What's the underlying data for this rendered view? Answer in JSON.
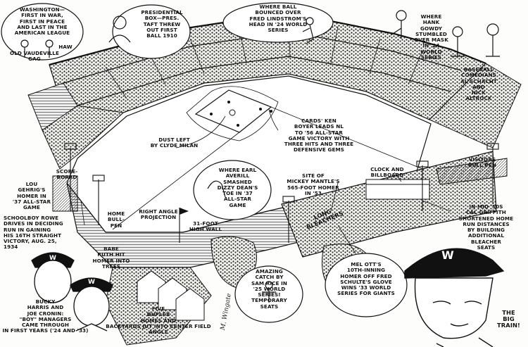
{
  "labels": {
    "washington": "Washington—\nFirst in war,\nfirst in peace\nand last in the\nAmerican League",
    "haw": "Haw",
    "vaudeville": "Old Vaudeville\nGag",
    "presidential": "Presidential\nbox—Pres.\nTaft threw\nout first\nball 1910",
    "ball_bounced": "Where ball\nbounced over\nFred Lindstrom's\nhead in '24 World\nSeries",
    "gowdy": "Where\nHank\nGowdy\nstumbled\nover mask\nin '24\nWorld\nSeries",
    "comedians": "Baseball\ncomedians\nAl Schacht\nand\nNick\nAltrock",
    "dust_left": "Dust left\nby Clyde Milan",
    "boyer": "Cards' Ken\nBoyer leads NL\nto '56 All-Star\ngame victory with\nthree hits and three\ndefensive gems",
    "visitors_bullpen": "Visitors\nBull Pen",
    "clock": "Clock and\nBillboard",
    "averill": "Where Earl\nAverill smashed\nDizzy Dean's\ntoe in '37\nAll-Star\ngame",
    "mantle": "Site of\nMickey Mantle's\n565-foot homer\nin '53",
    "long_bleachers": "Long\nBleachers",
    "gehrig": "Lou\nGehrig's\nhomer in\n'37 All-Star\ngame",
    "scoreboard": "Score-\nboard",
    "schoolboy": "Schoolboy Rowe\ndrives in deciding\nrun in gaining\nhis 16th straight\nvictory, Aug. 25,\n1934",
    "home_bullpen": "Home\nBull-\npen",
    "right_angle": "Right angle\nprojection",
    "wall": "31-foot\nhigh wall",
    "griffith": "In mid '50s\nCal Griffith\nshortened home\nrun distances\nby building\nadditional\nbleacher\nseats",
    "babe": "Babe\nRuth hit\nhomer into\ntrees",
    "sam_rice": "Amazing\ncatch by\nSam Rice in\n'25 World\nSeries!\nTemporary\nseats",
    "mel_ott": "Mel Ott's\n10th-inning\nhomer off Fred\nSchulte's glove\nwins '33 World\nSeries for Giants",
    "bucky": "Bucky\nHarris and\nJoe Cronin:\n\"Boy\" managers\ncame through\nin first years ('24 and '33)",
    "duplex": "Five\nduplex\nhomes and\nbackyards jut into center field angle",
    "big_train": "The\nBig\nTrain!",
    "cap_letter": "W",
    "signature": "M. Wingate"
  },
  "colors": {
    "ink": "#111111",
    "paper": "#fdfdfb"
  }
}
